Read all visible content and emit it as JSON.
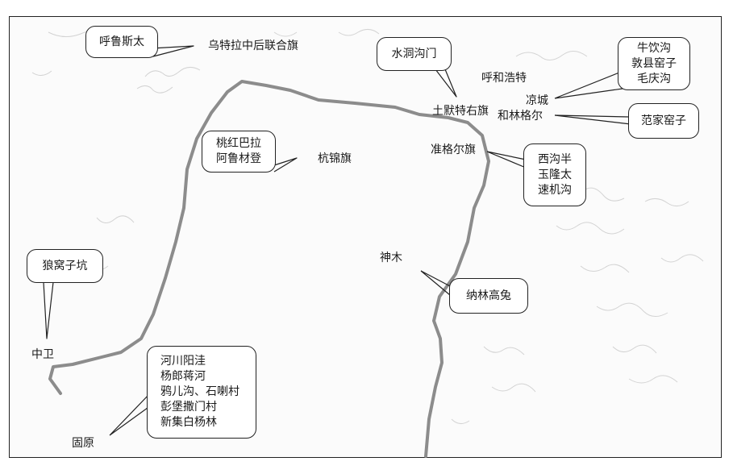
{
  "places": {
    "wuteqian": "乌特拉中后联合旗",
    "huhehaote": "呼和浩特",
    "tumote": "土默特右旗",
    "liangcheng": "凉城",
    "helinge": "和林格尔",
    "zhungeer": "准格尔旗",
    "hangjin": "杭锦旗",
    "shenmu": "神木",
    "zhongwei": "中卫",
    "guyuan": "固原"
  },
  "callouts": {
    "huluositai": [
      "呼鲁斯太"
    ],
    "shuidonggoumen": [
      "水洞沟门"
    ],
    "niuyingou": [
      "牛饮沟",
      "敦县窑子",
      "毛庆沟"
    ],
    "fanjiayaozi": [
      "范家窑子"
    ],
    "taohongbala": [
      "桃红巴拉",
      "阿鲁材登"
    ],
    "xigouban": [
      "西沟半",
      "玉隆太",
      "速机沟"
    ],
    "nalingaotu": [
      "纳林高兔"
    ],
    "langwozikeng": [
      "狼窝子坑"
    ],
    "hechuan": [
      "河川阳洼",
      "杨郎蒋河",
      "鸦儿沟、石喇村",
      "彭堡撒门村",
      "新集白杨林"
    ]
  },
  "colors": {
    "river": "#8c8c8c",
    "frame": "#222222",
    "relief": "#d4d4d4"
  }
}
